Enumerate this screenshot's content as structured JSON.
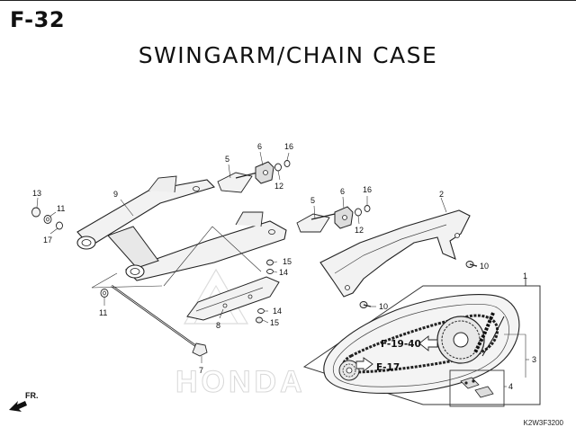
{
  "header": {
    "page_code": "F-32",
    "title": "SWINGARM/CHAIN  CASE"
  },
  "callouts": {
    "c1": "1",
    "c2": "2",
    "c3": "3",
    "c4": "4",
    "c5a": "5",
    "c5b": "5",
    "c6a": "6",
    "c6b": "6",
    "c7": "7",
    "c8": "8",
    "c9": "9",
    "c10a": "10",
    "c10b": "10",
    "c11a": "11",
    "c11b": "11",
    "c12a": "12",
    "c12b": "12",
    "c13": "13",
    "c14a": "14",
    "c14b": "14",
    "c15a": "15",
    "c15b": "15",
    "c16a": "16",
    "c16b": "16",
    "c17": "17"
  },
  "references": {
    "ref_f1940": "F-19-40",
    "ref_e17": "E-17"
  },
  "front_indicator": "FR.",
  "watermark": "HONDA",
  "drawing_code": "K2W3F3200"
}
